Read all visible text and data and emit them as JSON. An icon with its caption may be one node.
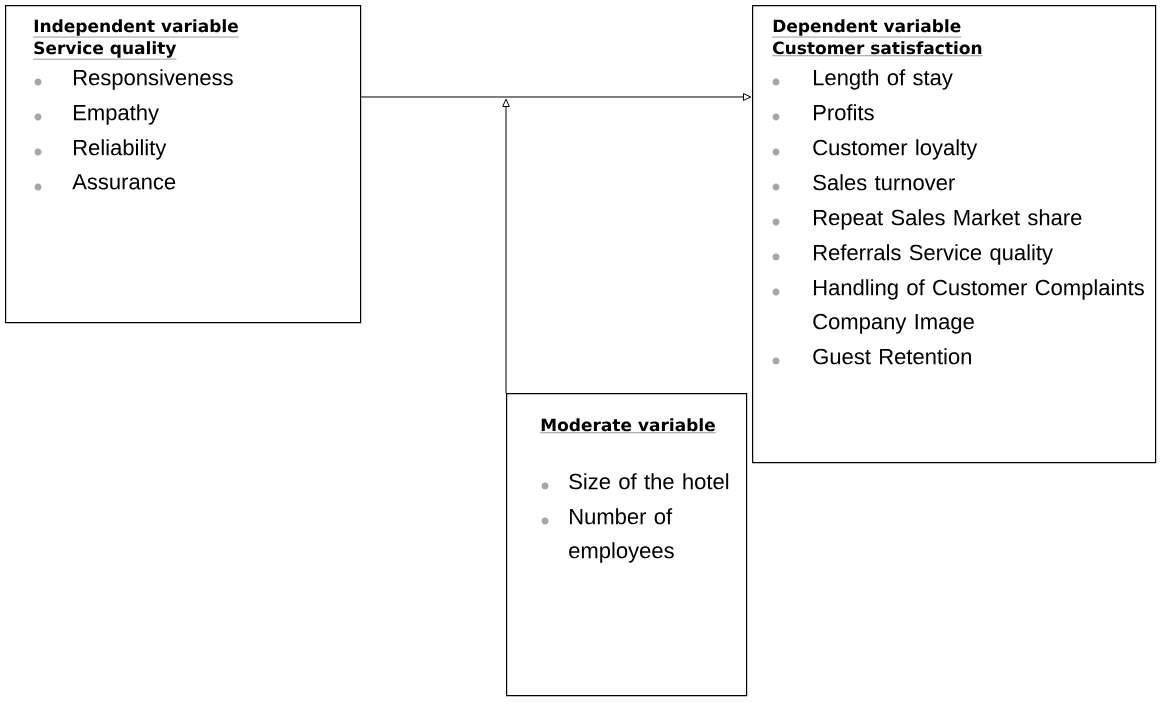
{
  "diagram": {
    "nodes": [
      {
        "text": [
          "Independent variable",
          "Service quality",
          "Responsiveness",
          "Empathy",
          "Reliability",
          "Assurance"
        ]
      },
      {
        "text": [
          "Dependent variable",
          "Customer satisfaction",
          "Length of stay",
          "Profits",
          "Customer loyalty",
          "Sales turnover",
          "Repeat Sales Market share",
          "Referrals Service quality",
          "Handling of Customer Complaints Company Image",
          "Guest Retention"
        ]
      },
      {
        "text": [
          "Moderate variable",
          "Size of the hotel",
          "Number of employees"
        ]
      }
    ],
    "edges": [
      {
        "from": 0,
        "to": 1,
        "arrow": "to"
      },
      {
        "from": 2,
        "to": null,
        "arrow": "to"
      }
    ]
  }
}
